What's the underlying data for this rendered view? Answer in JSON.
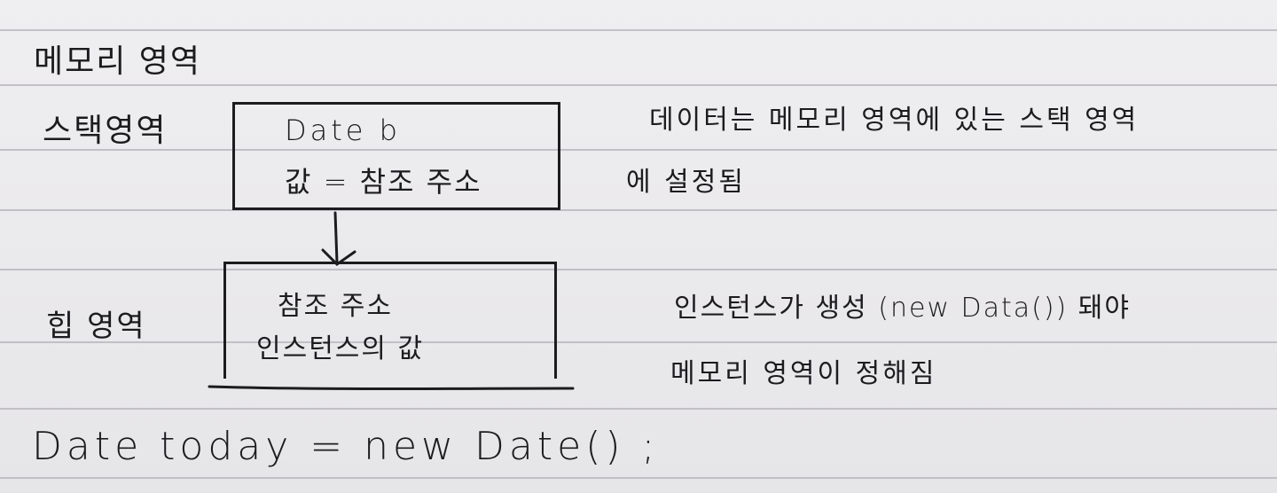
{
  "notes": {
    "title": "메모리 영역",
    "stack_label": "스택영역",
    "stack_box": {
      "line1": "Date  b",
      "line2": "값 = 참조 주소"
    },
    "heap_label": "힙 영역",
    "heap_box": {
      "line1": "참조  주소",
      "line2": "인스턴스의 값"
    },
    "stack_note_line1": "데이터는 메모리 영역에 있는 스택 영역",
    "stack_note_line2": "에 설정됨",
    "heap_note_line1": "인스턴스가 생성 (new Data()) 돼야",
    "heap_note_line2": "메모리 영역이 정해짐",
    "code_line": "Date today = new Date() ;"
  },
  "colors": {
    "paper": "#ecebed",
    "rule": "#b9b8be",
    "ink": "#1c1c1f"
  }
}
